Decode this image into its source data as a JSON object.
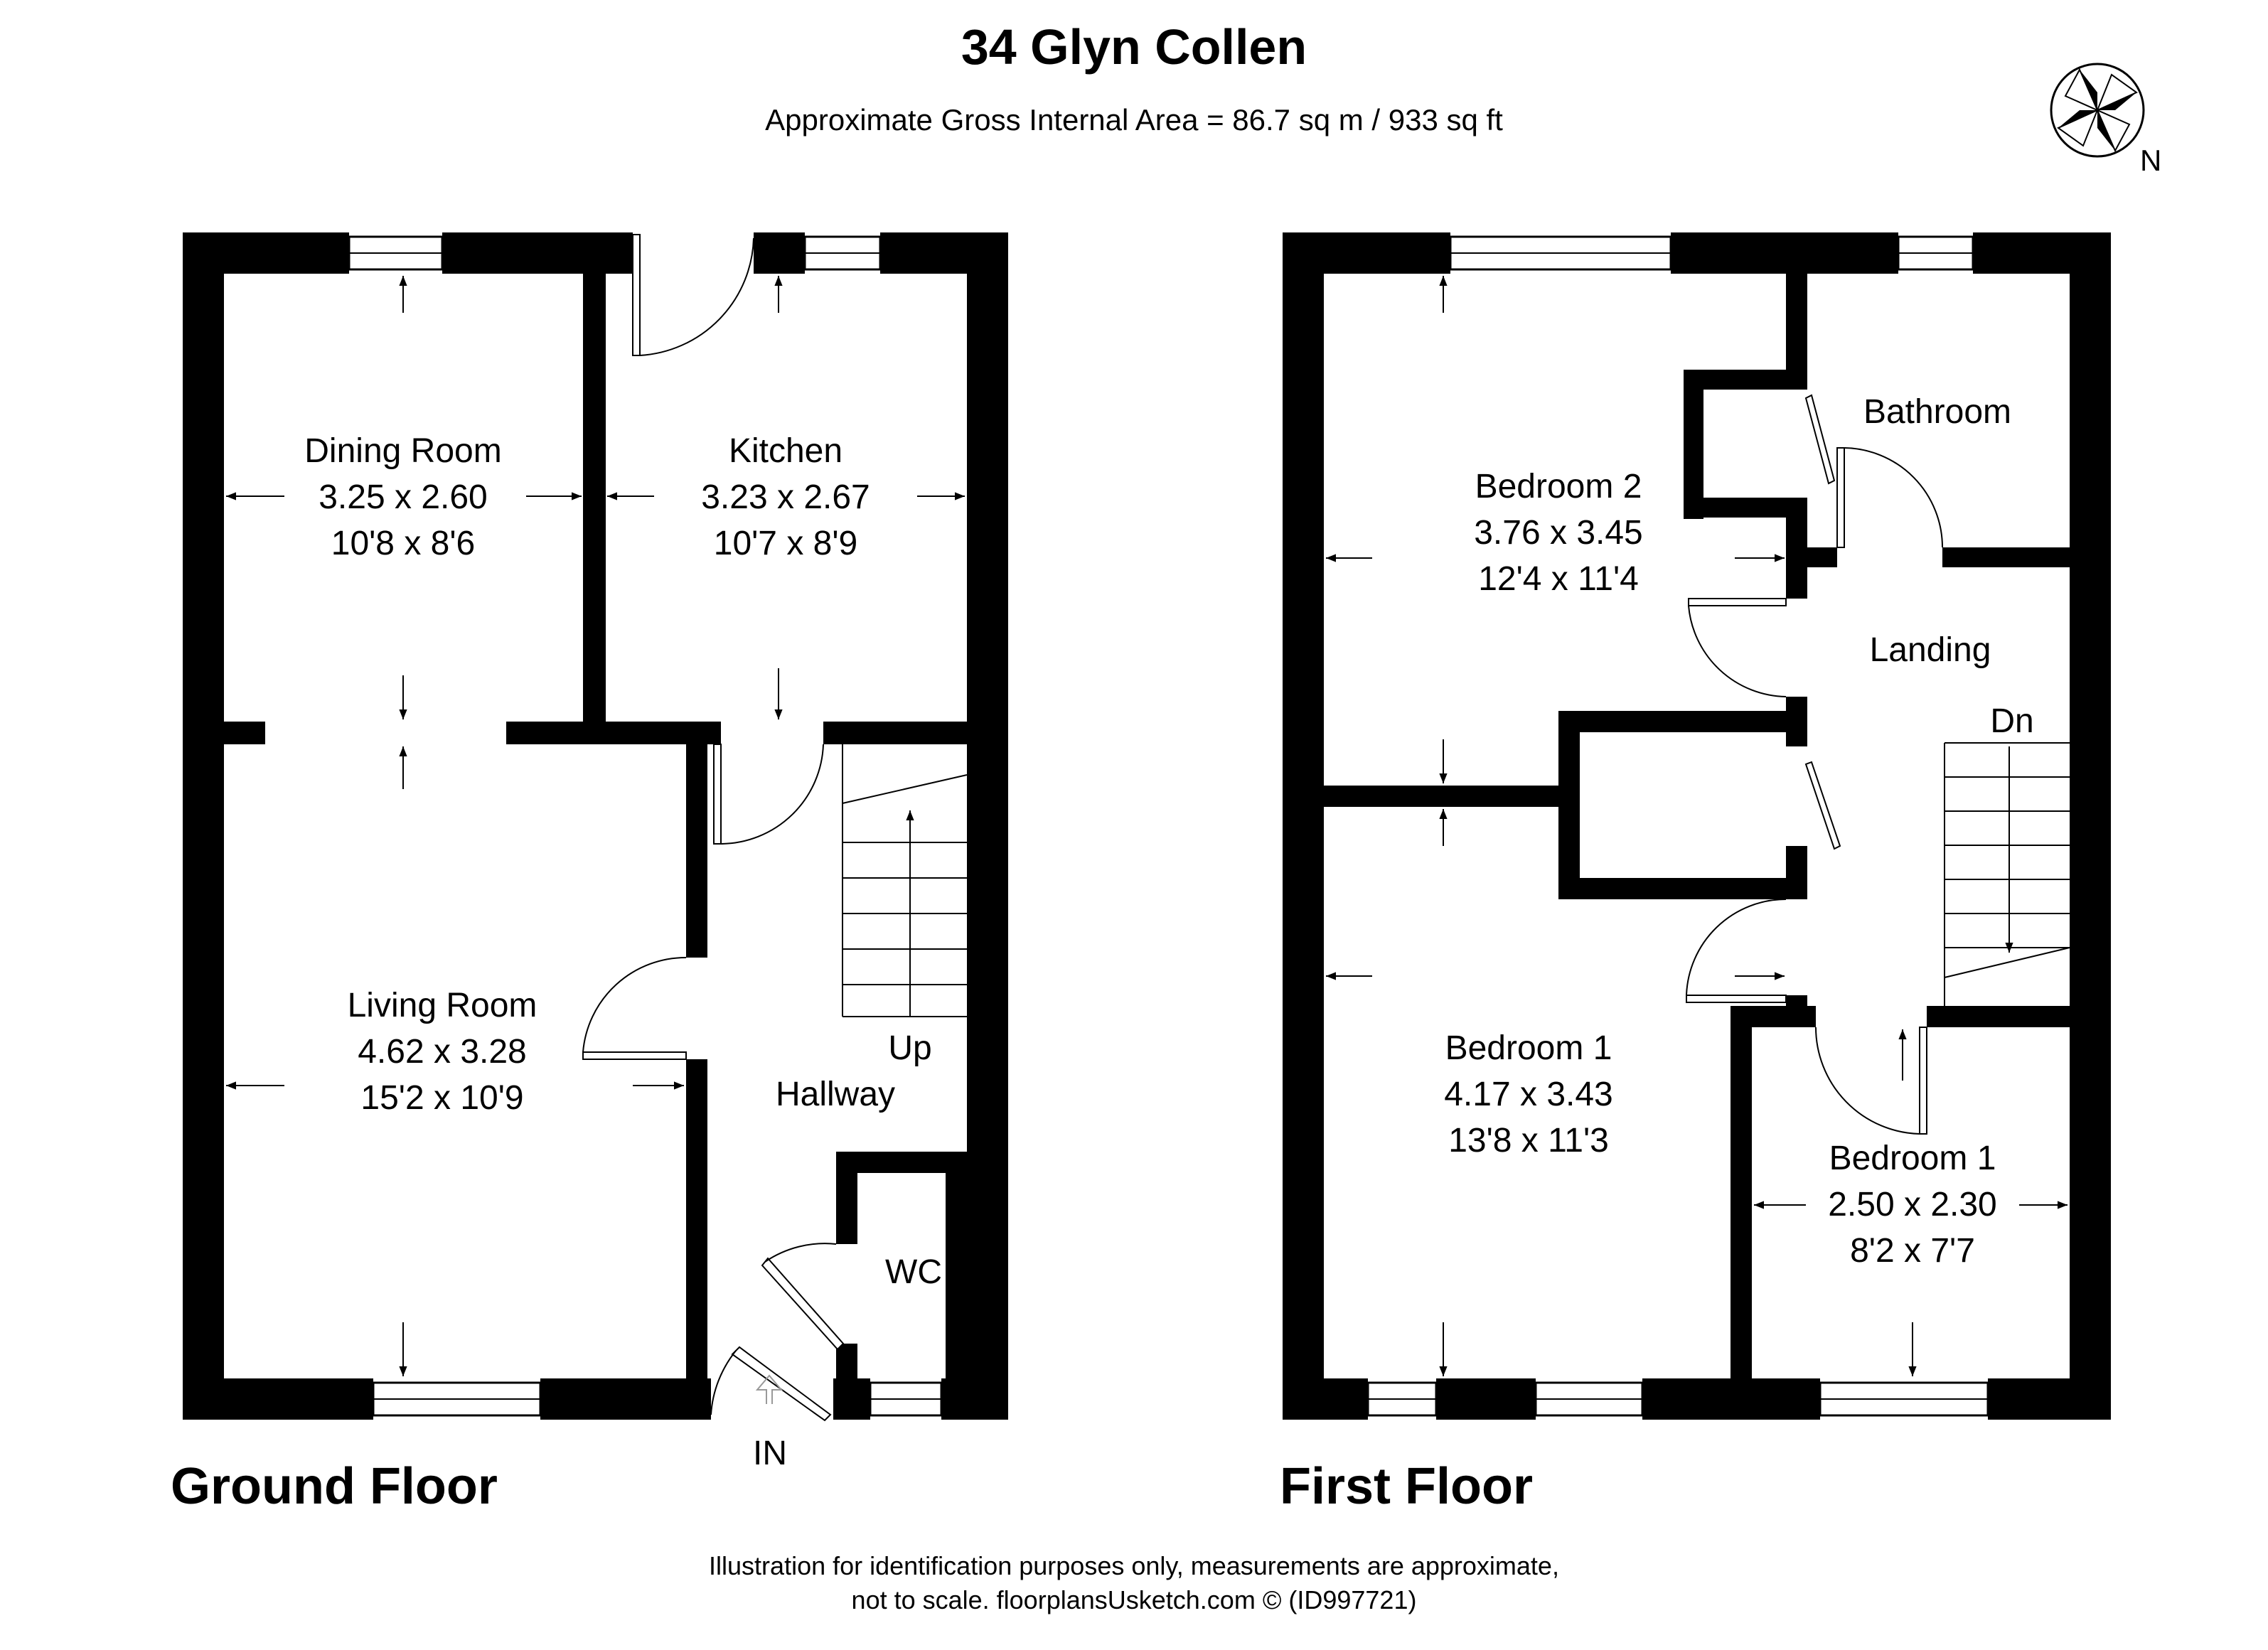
{
  "title": "34 Glyn Collen",
  "subtitle": "Approximate Gross Internal Area = 86.7 sq m / 933 sq ft",
  "compass_label": "N",
  "ground_floor": {
    "label": "Ground Floor",
    "entrance_label": "IN",
    "rooms": [
      {
        "name": "Dining Room",
        "metric": "3.25 x 2.60",
        "imperial": "10'8 x 8'6"
      },
      {
        "name": "Kitchen",
        "metric": "3.23 x 2.67",
        "imperial": "10'7 x 8'9"
      },
      {
        "name": "Living Room",
        "metric": "4.62 x 3.28",
        "imperial": "15'2 x 10'9"
      },
      {
        "name": "Hallway"
      },
      {
        "name": "WC"
      }
    ],
    "stairs_label": "Up"
  },
  "first_floor": {
    "label": "First Floor",
    "rooms": [
      {
        "name": "Bedroom 2",
        "metric": "3.76 x 3.45",
        "imperial": "12'4 x 11'4"
      },
      {
        "name": "Bathroom"
      },
      {
        "name": "Landing"
      },
      {
        "name": "Bedroom 1",
        "metric": "4.17 x 3.43",
        "imperial": "13'8 x 11'3"
      },
      {
        "name": "Bedroom 1",
        "metric": "2.50 x 2.30",
        "imperial": "8'2 x 7'7"
      }
    ],
    "stairs_label": "Dn"
  },
  "footer": {
    "line1": "Illustration for identification purposes only, measurements are approximate,",
    "line2": "not to scale. floorplansUsketch.com © (ID997721)"
  }
}
